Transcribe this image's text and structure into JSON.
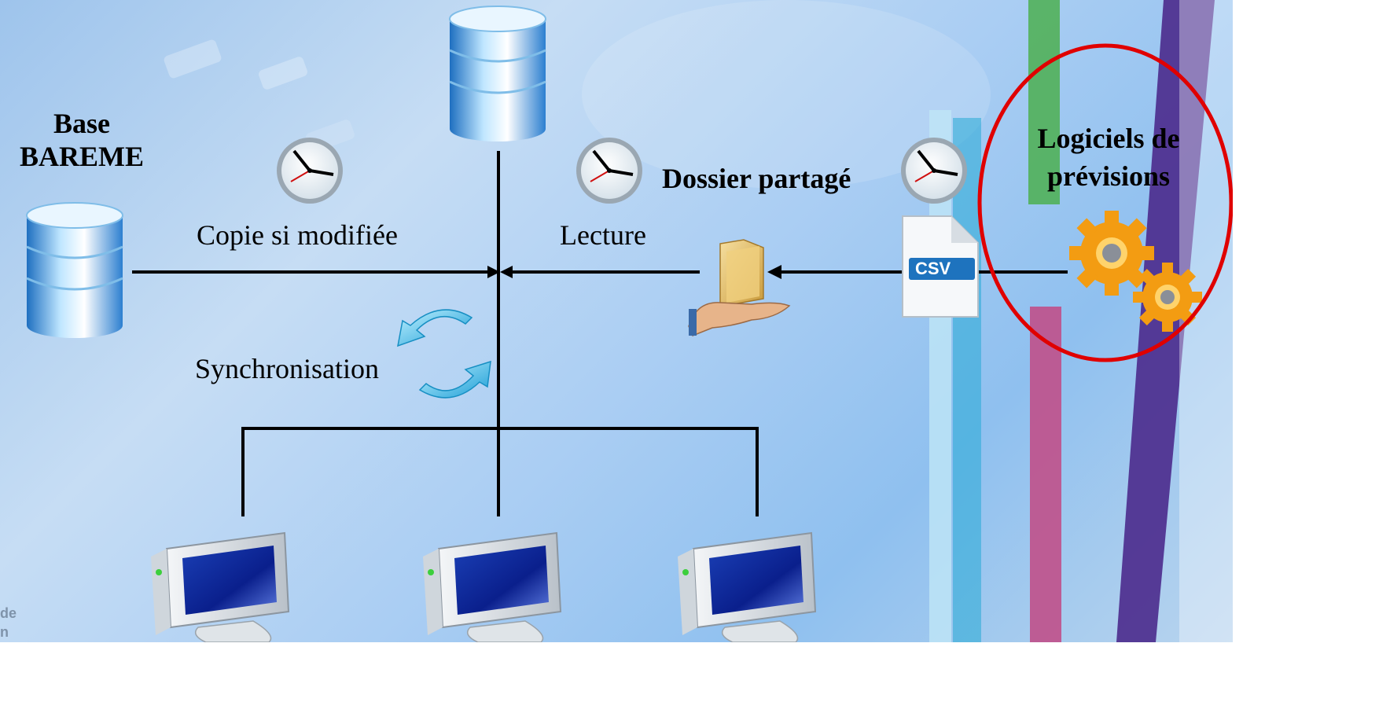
{
  "labels": {
    "base_bareme_line1": "Base",
    "base_bareme_line2": "BAREME",
    "copie": "Copie si modifiée",
    "lecture": "Lecture",
    "dossier": "Dossier partagé",
    "logiciels_line1": "Logiciels de",
    "logiciels_line2": "prévisions",
    "synchronisation": "Synchronisation",
    "csv": "CSV"
  },
  "footer": {
    "line1": "de",
    "line2": "n"
  },
  "colors": {
    "highlight_circle": "#e00000",
    "line": "#000000",
    "gear": "#f39c12",
    "stripe_green": "#4caf50",
    "stripe_purple": "#4b2a8c",
    "stripe_pink": "#c0508a",
    "stripe_cyan": "#27a9d6"
  },
  "icons": [
    "database-icon",
    "clock-icon",
    "folder-hand-icon",
    "csv-file-icon",
    "gears-icon",
    "sync-arrows-icon",
    "monitor-icon"
  ]
}
